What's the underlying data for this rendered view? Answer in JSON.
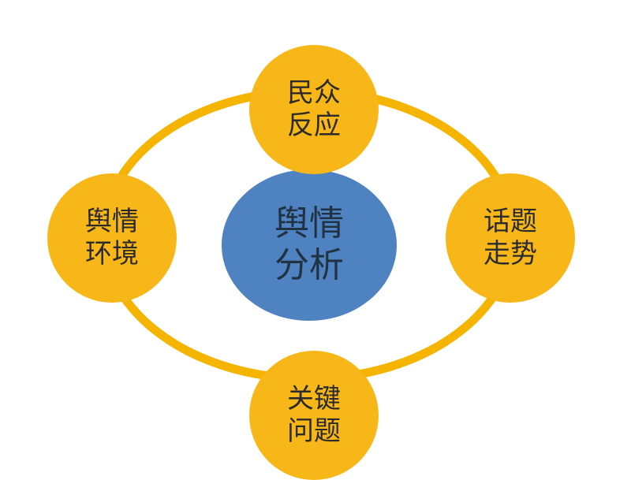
{
  "diagram": {
    "center": {
      "line1": "舆情",
      "line2": "分析"
    },
    "nodes": {
      "top": {
        "line1": "民众",
        "line2": "反应"
      },
      "left": {
        "line1": "舆情",
        "line2": "环境"
      },
      "right": {
        "line1": "话题",
        "line2": "走势"
      },
      "bottom": {
        "line1": "关键",
        "line2": "问题"
      }
    },
    "colors": {
      "ring": "#f4b400",
      "node": "#f7b718",
      "center": "#4f82c1",
      "text": "#2b2b2b"
    }
  }
}
